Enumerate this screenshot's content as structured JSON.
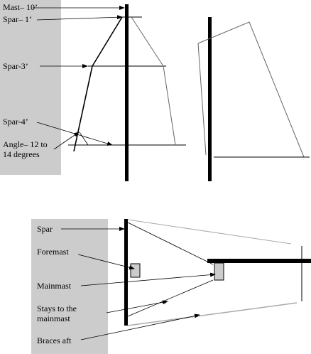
{
  "top_diagram": {
    "labels": {
      "mast": "Mast– 10’",
      "spar_1": "Spar– 1’",
      "spar_3": "Spar-3’",
      "spar_4": "Spar-4’",
      "angle": "Angle– 12 to\n14 degrees"
    }
  },
  "bottom_diagram": {
    "labels": {
      "spar": "Spar",
      "foremast": "Foremast",
      "mainmast": "Mainmast",
      "stays": "Stays to the\nmainmast",
      "braces": "Braces aft"
    }
  },
  "colors": {
    "label_panel": "#cccccc",
    "ink": "#000000",
    "outline": "#666666",
    "faint_line": "#aaaaaa"
  }
}
